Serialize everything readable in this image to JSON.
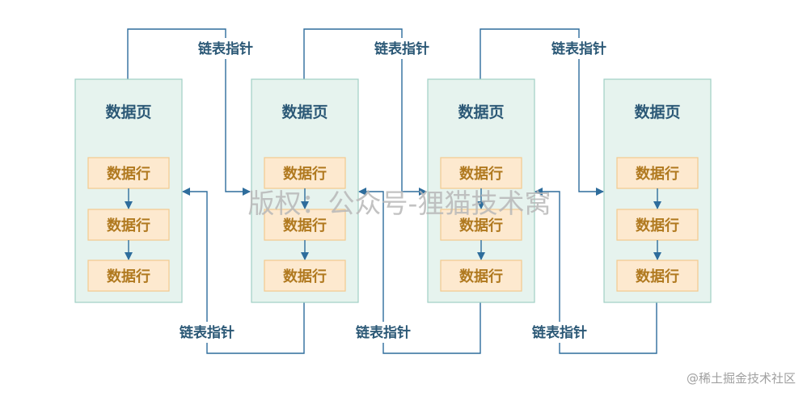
{
  "diagram": {
    "page_title": "数据页",
    "row_label": "数据行",
    "pointer_label": "链表指针",
    "pages": [
      {
        "title": "数据页",
        "rows": [
          "数据行",
          "数据行",
          "数据行"
        ]
      },
      {
        "title": "数据页",
        "rows": [
          "数据行",
          "数据行",
          "数据行"
        ]
      },
      {
        "title": "数据页",
        "rows": [
          "数据行",
          "数据行",
          "数据行"
        ]
      },
      {
        "title": "数据页",
        "rows": [
          "数据行",
          "数据行",
          "数据行"
        ]
      }
    ],
    "top_pointers": [
      "链表指针",
      "链表指针",
      "链表指针"
    ],
    "bottom_pointers": [
      "链表指针",
      "链表指针",
      "链表指针"
    ]
  },
  "watermark": "版权：公众号-狸猫技术窝",
  "brand": "@稀土掘金技术社区",
  "colors": {
    "page_fill": "#e6f3ee",
    "page_stroke": "#9fcfc4",
    "row_fill": "#fde9cf",
    "row_stroke": "#f3c98e",
    "row_text": "#b0791f",
    "title_text": "#2b5876",
    "line": "#2e6d9c"
  }
}
